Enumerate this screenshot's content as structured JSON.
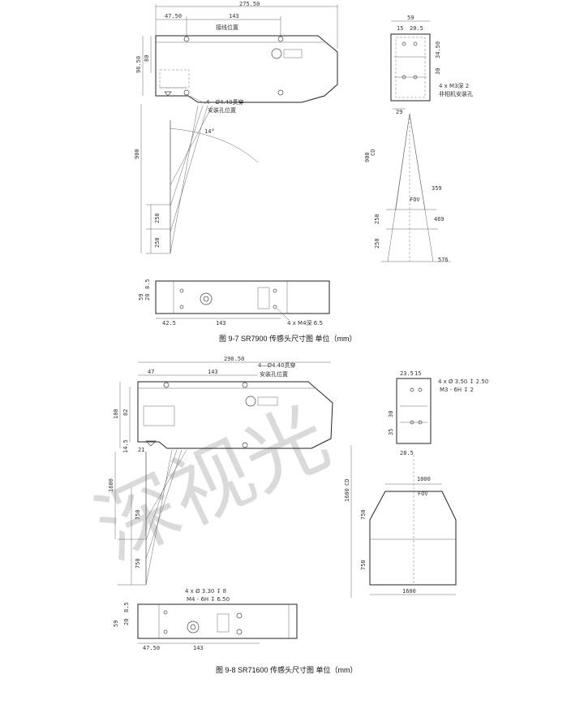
{
  "figure_1": {
    "caption": "图 9-7 SR7900 传感头尺寸图 单位（mm）",
    "side": {
      "total_width": "275.50",
      "left_offset": "47.50",
      "hole_spacing": "143",
      "cable_label": "接线位置",
      "height": "96.50",
      "upper_height": "80",
      "hole_label": "4—Ø4.40贯穿",
      "hole_label_2": "安装孔位置",
      "angle": "14°",
      "range": "900",
      "range_lower_1": "250",
      "range_lower_2": "250"
    },
    "front": {
      "width": "59",
      "dim_15": "15",
      "dim_20_5": "20.5",
      "dim_34_50": "34.50",
      "dim_30": "30",
      "screw_label": "4 x M3深 2",
      "screw_label_2": "非相机安装孔",
      "dim_29": "29",
      "cd_label": "CD",
      "range": "900",
      "fov_label": "FOV",
      "fov_359": "359",
      "fov_469": "469",
      "fov_576": "576",
      "range_lower_1": "250",
      "range_lower_2": "250"
    },
    "bottom": {
      "dim_59": "59",
      "dim_20": "20",
      "dim_8_5": "8.5",
      "dim_42_5": "42.5",
      "dim_143": "143",
      "screw_label": "4 x M4深 6.5"
    }
  },
  "figure_2": {
    "caption": "图 9-8 SR71600 传感头尺寸图 单位（mm）",
    "side": {
      "total_width": "290.50",
      "left_offset": "47",
      "hole_spacing": "143",
      "hole_label": "4—Ø4.40贯穿",
      "hole_label_2": "安装孔位置",
      "height": "100",
      "upper_height": "82",
      "dim_14_5": "14.5",
      "dim_21": "21",
      "range": "1600",
      "range_lower_1": "750",
      "range_lower_2": "750"
    },
    "front": {
      "dim_23_5": "23.5",
      "dim_15": "15",
      "screw_label": "4 x Ø 3.50 ↧ 2.50",
      "screw_label_2": "M3 - 6H ↧ 2",
      "dim_30": "30",
      "dim_35": "35",
      "dim_28_5": "28.5",
      "cd_label": "CD",
      "range": "1600",
      "fov_label": "FOV",
      "fov_1000": "1000",
      "fov_1600": "1600",
      "range_lower_1": "750",
      "range_lower_2": "750"
    },
    "bottom": {
      "screw_label": "4 x Ø 3.30 ↧ 8",
      "screw_label_2": "M4 - 6H ↧ 6.50",
      "dim_59": "59",
      "dim_20": "20",
      "dim_8_5": "8.5",
      "dim_47_50": "47.50",
      "dim_143": "143"
    }
  },
  "watermark": "深视光"
}
